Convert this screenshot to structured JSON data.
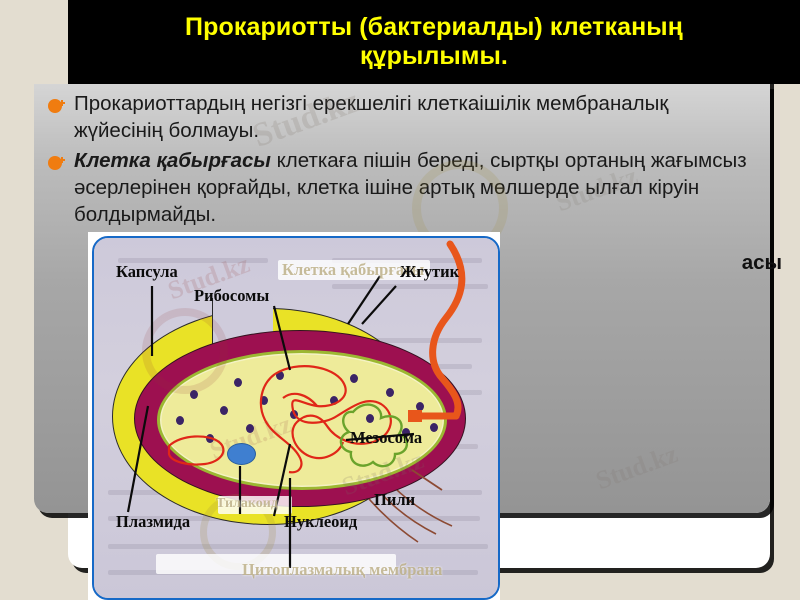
{
  "slide": {
    "title": "Прокариотты (бактериалды) клетканың құрылымы.",
    "bullets": [
      {
        "lead": "",
        "text": "Прокариоттардың негізгі ерекшелігі клеткаішілік мембраналық жүйесінің болмауы."
      },
      {
        "lead": "Клетка қабырғасы",
        "text": " клеткаға пішін береді,  сыртқы ортаның жағымсыз әсерлерінен қорғайды,  клетка ішіне артық мөлшерде ылғал кіруін болдырмайды."
      }
    ],
    "bullet_3_tail": "асы"
  },
  "watermark": {
    "brand": "Stud.kz",
    "brand_alt": "Stud.kz"
  },
  "diagram": {
    "labels": {
      "capsule": "Капсула",
      "cell_wall": "Клетка қабырғасы",
      "ribosomes": "Рибосомы",
      "flagellum": "Жгутик",
      "mesosome": "Мезосома",
      "pili": "Пили",
      "plasmid": "Плазмида",
      "thylakoid": "Тилакоид",
      "nucleoid": "Нуклеоид",
      "membrane": "Цитоплазмалық мембрана"
    },
    "colors": {
      "capsule": "#e9e226",
      "cell_wall": "#9d1050",
      "cytoplasm": "#eeeb9a",
      "membrane": "#9cb832",
      "nucleoid": "#e02718",
      "mesosome": "#6aa32b",
      "ribosome": "#3b2466",
      "flagellum": "#e8561b",
      "plasmid": "#3f7fd0",
      "frame_border": "#1669c7"
    }
  },
  "theme": {
    "background": "#e3ddd0",
    "title_bg": "#000000",
    "title_fg": "#ffff00",
    "bullet_marker": "#f07c10",
    "body_fg": "#1a1a1a"
  }
}
